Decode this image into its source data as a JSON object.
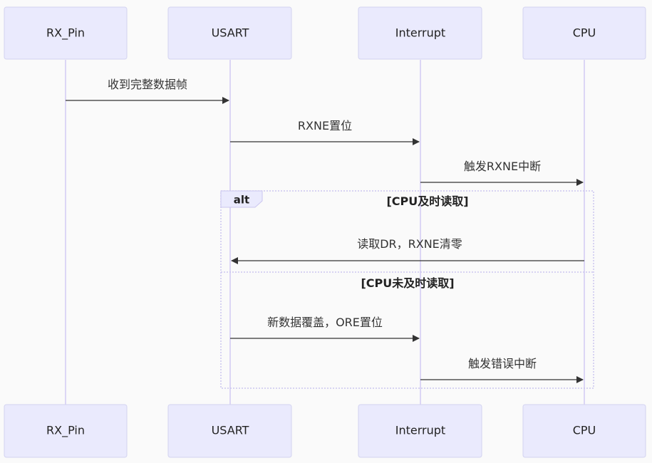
{
  "participants": [
    {
      "id": "rx",
      "label": "RX_Pin"
    },
    {
      "id": "usart",
      "label": "USART"
    },
    {
      "id": "irq",
      "label": "Interrupt"
    },
    {
      "id": "cpu",
      "label": "CPU"
    }
  ],
  "messages": [
    {
      "from": "rx",
      "to": "usart",
      "text": "收到完整数据帧"
    },
    {
      "from": "usart",
      "to": "irq",
      "text": "RXNE置位"
    },
    {
      "from": "irq",
      "to": "cpu",
      "text": "触发RXNE中断"
    },
    {
      "from": "cpu",
      "to": "usart",
      "text": "读取DR，RXNE清零"
    },
    {
      "from": "usart",
      "to": "irq",
      "text": "新数据覆盖，ORE置位"
    },
    {
      "from": "irq",
      "to": "cpu",
      "text": "触发错误中断"
    }
  ],
  "alt_block": {
    "label": "alt",
    "conditions": [
      "[CPU及时读取]",
      "[CPU未及时读取]"
    ]
  },
  "colors": {
    "actor_fill": "#eaeafd",
    "actor_border": "#d3d3f0",
    "lifeline": "#dcd6f5",
    "arrow": "#333333",
    "frame": "#cbc6ef"
  }
}
